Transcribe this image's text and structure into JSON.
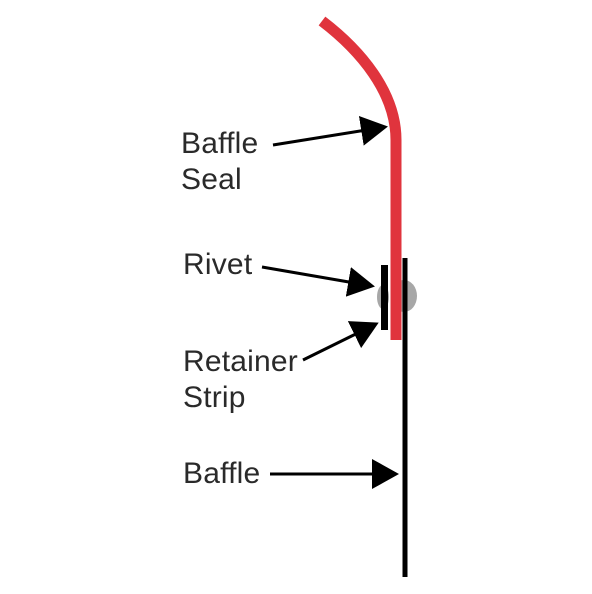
{
  "labels": {
    "baffle_seal_line1": "Baffle",
    "baffle_seal_line2": "Seal",
    "rivet": "Rivet",
    "retainer_strip_line1": "Retainer",
    "retainer_strip_line2": "Strip",
    "baffle": "Baffle"
  },
  "colors": {
    "seal": "#e0343d",
    "baffle": "#000000",
    "rivet": "#a7a7a7",
    "arrow": "#000000",
    "text": "#2a2a2a"
  }
}
